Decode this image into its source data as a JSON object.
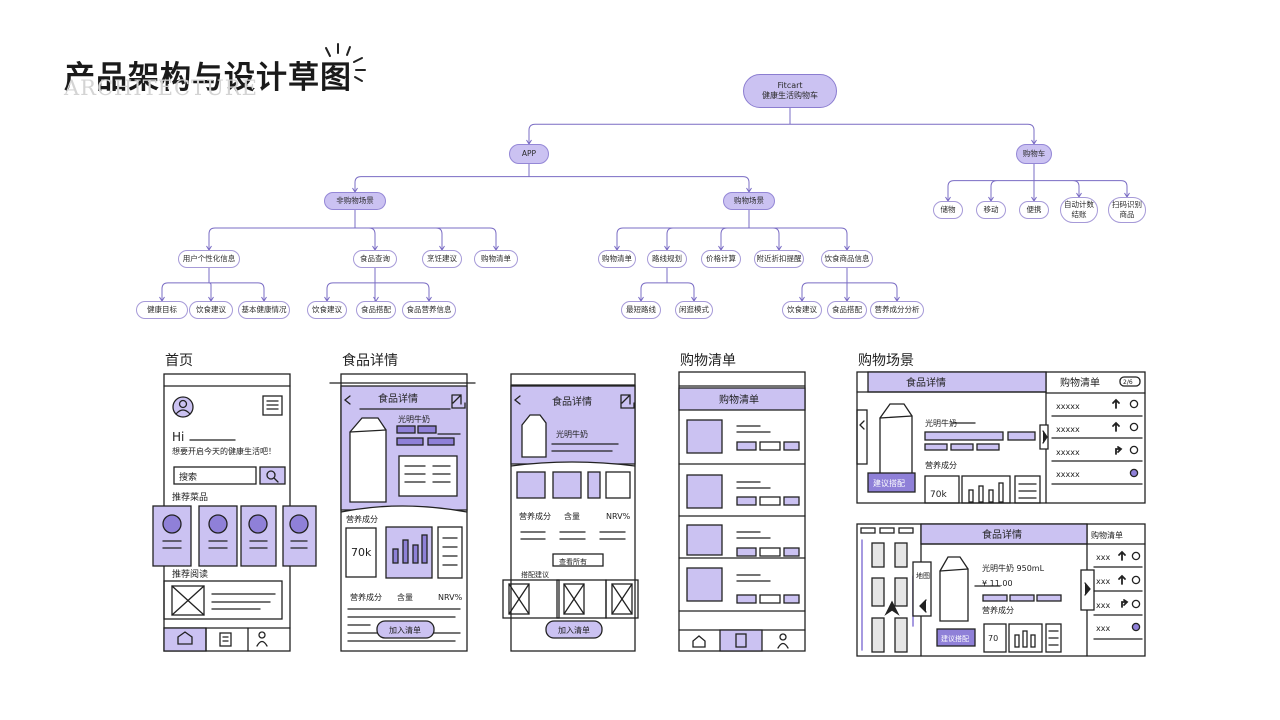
{
  "header": {
    "title": "产品架构与设计草图",
    "subtitle": "ARCHITECTURE"
  },
  "colors": {
    "accent": "#cbc2f2",
    "accent_border": "#9487d6",
    "line": "#7a6cc4",
    "sketch": "#222222"
  },
  "tree": {
    "root": "Fitcart\n健康生活购物车",
    "branches": [
      {
        "label": "APP",
        "children": [
          {
            "label": "非购物场景",
            "children": [
              {
                "label": "用户个性化信息",
                "children": [
                  "健康目标",
                  "饮食建议",
                  "基本健康情况"
                ]
              },
              {
                "label": "食品查询",
                "children": [
                  "饮食建议",
                  "食品搭配",
                  "食品营养信息"
                ]
              },
              {
                "label": "烹饪建议",
                "children": []
              },
              {
                "label": "购物清单",
                "children": []
              }
            ]
          },
          {
            "label": "购物场景",
            "children": [
              {
                "label": "购物清单",
                "children": []
              },
              {
                "label": "路线规划",
                "children": [
                  "最短路线",
                  "闲逛模式"
                ]
              },
              {
                "label": "价格计算",
                "children": []
              },
              {
                "label": "附近折扣提醒",
                "children": []
              },
              {
                "label": "饮食商品信息",
                "children": [
                  "饮食建议",
                  "食品搭配",
                  "营养成分分析"
                ]
              }
            ]
          }
        ]
      },
      {
        "label": "购物车",
        "children": [
          {
            "label": "储物",
            "children": []
          },
          {
            "label": "移动",
            "children": []
          },
          {
            "label": "便携",
            "children": []
          },
          {
            "label": "自动计数\n结账",
            "children": []
          },
          {
            "label": "扫码识别\n商品",
            "children": []
          }
        ]
      }
    ]
  },
  "sketches": {
    "labels": [
      "首页",
      "食品详情",
      "购物清单",
      "购物场景"
    ],
    "home": {
      "greeting": "Hi",
      "prompt": "想要开启今天的健康生活吧！",
      "search": "搜索",
      "section_recommend": "推荐菜品",
      "section_reading": "推荐阅读"
    },
    "food_detail": {
      "title": "食品详情",
      "product": "光明牛奶",
      "nutrition": "营养成分",
      "amount": "含量",
      "nrv": "NRV%",
      "kcal": "70k",
      "view_all": "查看所有",
      "pairing": "搭配建议",
      "add_to_list": "加入清单"
    },
    "shopping_list": {
      "title": "购物清单"
    },
    "scene": {
      "detail_title": "食品详情",
      "list_title": "购物清单",
      "product": "光明牛奶",
      "product_full": "光明牛奶 950mL",
      "price": "¥ 11.00",
      "nutrition": "营养成分",
      "advice": "建议搭配",
      "kcal_a": "70k",
      "kcal_b": "70",
      "map": "地图",
      "count_badge": "2/6",
      "items_a": [
        "xxxxx",
        "xxxxx",
        "xxxxx",
        "xxxxx"
      ],
      "items_b": [
        "xxx",
        "xxx",
        "xxx",
        "xxx"
      ]
    }
  }
}
